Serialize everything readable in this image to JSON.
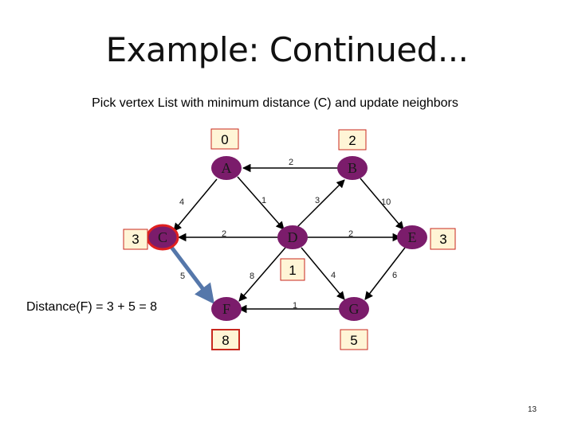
{
  "slide": {
    "title": "Example: Continued...",
    "subtitle": "Pick vertex List with minimum distance (C) and update neighbors",
    "formula": "Distance(F) = 3 + 5 = 8",
    "page_number": "13"
  },
  "graph": {
    "nodes": [
      {
        "id": "A",
        "label": "A",
        "distance": "0"
      },
      {
        "id": "B",
        "label": "B",
        "distance": "2"
      },
      {
        "id": "C",
        "label": "C",
        "distance": "3"
      },
      {
        "id": "D",
        "label": "D",
        "distance": "1"
      },
      {
        "id": "E",
        "label": "E",
        "distance": "3"
      },
      {
        "id": "F",
        "label": "F",
        "distance": "8"
      },
      {
        "id": "G",
        "label": "G",
        "distance": "5"
      }
    ],
    "edges": [
      {
        "from": "B",
        "to": "A",
        "weight": "2"
      },
      {
        "from": "A",
        "to": "C",
        "weight": "4"
      },
      {
        "from": "A",
        "to": "D",
        "weight": "1"
      },
      {
        "from": "D",
        "to": "B",
        "weight": "3"
      },
      {
        "from": "B",
        "to": "E",
        "weight": "10"
      },
      {
        "from": "D",
        "to": "C",
        "weight": "2"
      },
      {
        "from": "D",
        "to": "E",
        "weight": "2"
      },
      {
        "from": "C",
        "to": "F",
        "weight": "5"
      },
      {
        "from": "D",
        "to": "F",
        "weight": "8"
      },
      {
        "from": "G",
        "to": "F",
        "weight": "1"
      },
      {
        "from": "D",
        "to": "G",
        "weight": "4"
      },
      {
        "from": "E",
        "to": "G",
        "weight": "6"
      }
    ],
    "colors": {
      "node_fill": "#7b1c6b",
      "node_text": "#1a1a1a",
      "edge": "#000000",
      "highlight_border": "#e02020",
      "highlight_edge": "#5577aa",
      "distance_box_fill": "#fff5d6",
      "distance_box_border": "#c8281e"
    },
    "highlighted_node": "C",
    "highlighted_edge": {
      "from": "C",
      "to": "F"
    }
  }
}
